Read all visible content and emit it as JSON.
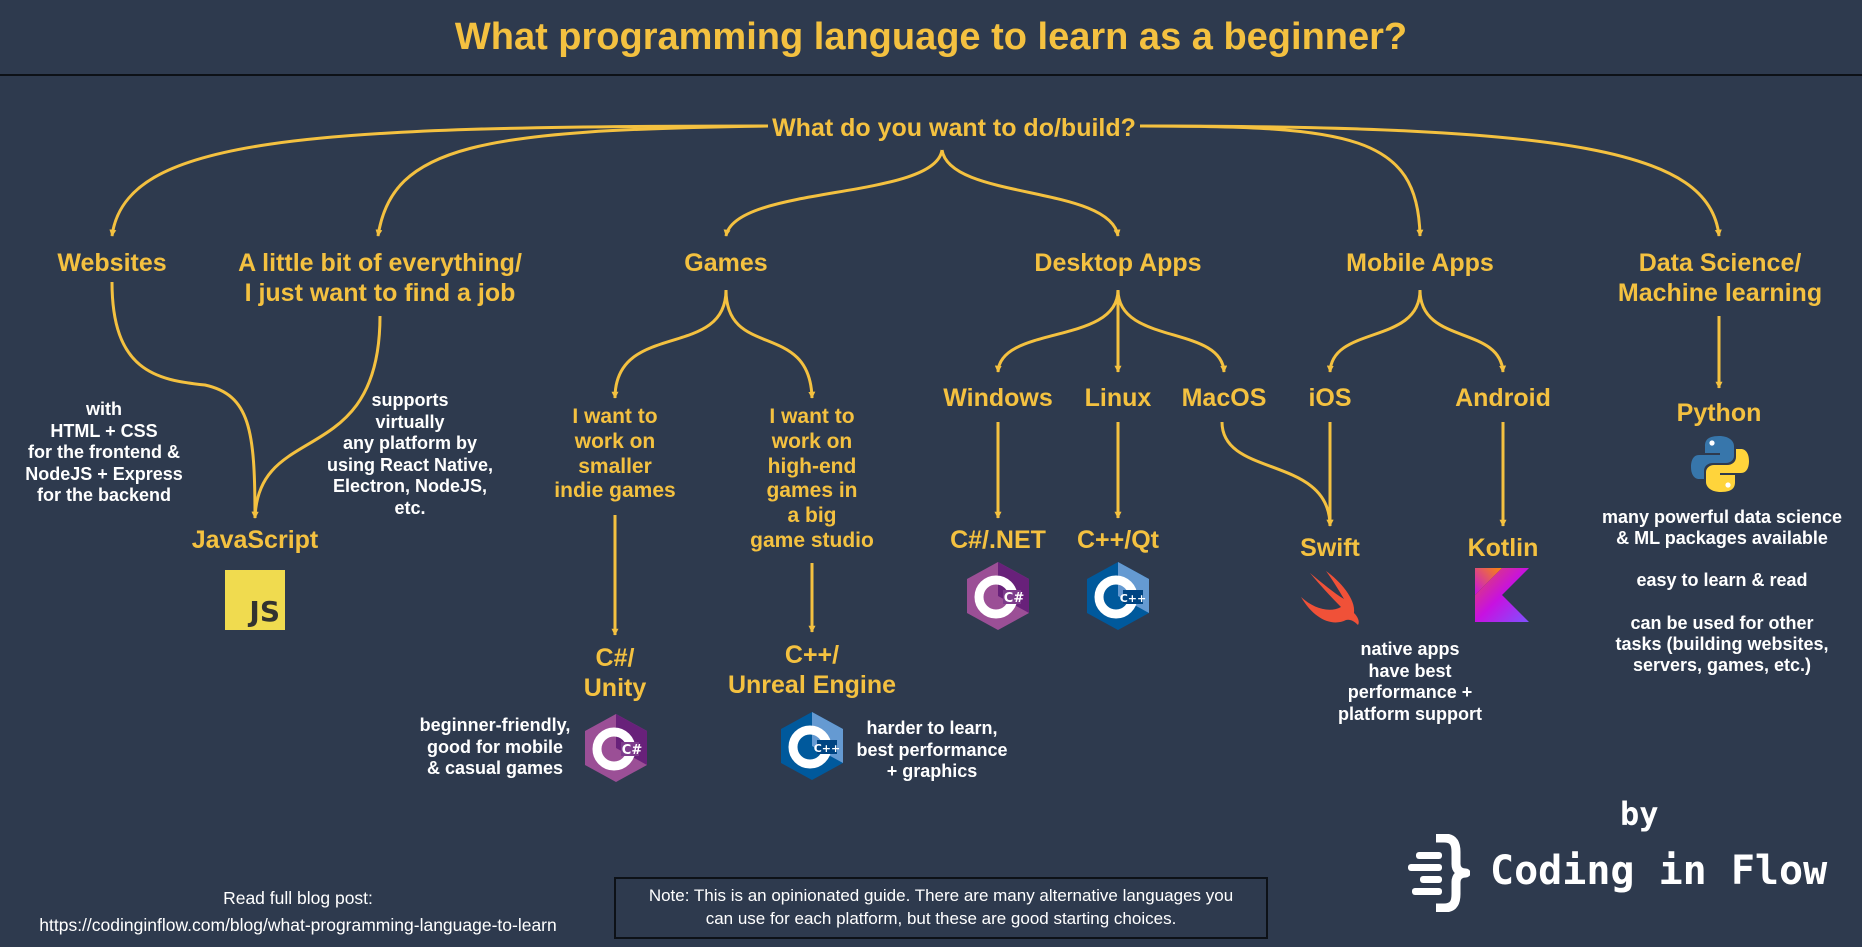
{
  "title": "What programming language to learn as a beginner?",
  "root_question": "What do you want to do/build?",
  "categories": {
    "websites": "Websites",
    "everything": [
      "A little bit of everything/",
      "I just want to find a job"
    ],
    "games": "Games",
    "desktop": "Desktop Apps",
    "mobile": "Mobile Apps",
    "data_science": [
      "Data Science/",
      "Machine learning"
    ]
  },
  "subcategories": {
    "indie": [
      "I want to",
      "work on",
      "smaller",
      "indie games"
    ],
    "studio": [
      "I want to",
      "work on",
      "high-end",
      "games in",
      "a big",
      "game studio"
    ],
    "windows": "Windows",
    "linux": "Linux",
    "macos": "MacOS",
    "ios": "iOS",
    "android": "Android"
  },
  "languages": {
    "javascript": "JavaScript",
    "unity": [
      "C#/",
      "Unity"
    ],
    "unreal": [
      "C++/",
      "Unreal Engine"
    ],
    "dotnet": "C#/.NET",
    "qt": "C++/Qt",
    "swift": "Swift",
    "kotlin": "Kotlin",
    "python": "Python"
  },
  "notes": {
    "websites": [
      "with",
      "HTML + CSS",
      "for the frontend &",
      "NodeJS + Express",
      "for the backend"
    ],
    "everything": [
      "supports",
      "virtually",
      "any platform by",
      "using React Native,",
      "Electron, NodeJS,",
      "etc."
    ],
    "unity": [
      "beginner-friendly,",
      "good for mobile",
      "& casual games"
    ],
    "unreal": [
      "harder to learn,",
      "best performance",
      "+ graphics"
    ],
    "native": [
      "native apps",
      "have best",
      "performance +",
      "platform support"
    ],
    "python": [
      "many powerful data science",
      "& ML packages available",
      "",
      "easy to learn & read",
      "",
      "can be used for other",
      "tasks (building websites,",
      "servers, games, etc.)"
    ]
  },
  "icons": {
    "js": "JS",
    "csharp": "C#",
    "cpp": "C++",
    "swift": "swift-logo",
    "kotlin": "kotlin-logo",
    "python": "python-logo"
  },
  "footer": {
    "blog_label": "Read full blog post:",
    "blog_url": "https://codinginflow.com/blog/what-programming-language-to-learn",
    "note": [
      "Note: This is an opinionated guide. There are many alternative languages you",
      "can use for each platform, but these are good starting choices."
    ],
    "by": "by",
    "brand": "Coding in Flow"
  },
  "colors": {
    "background": "#2e3a4e",
    "accent": "#f4c140",
    "text": "#ffffff",
    "border": "#0d1117"
  }
}
